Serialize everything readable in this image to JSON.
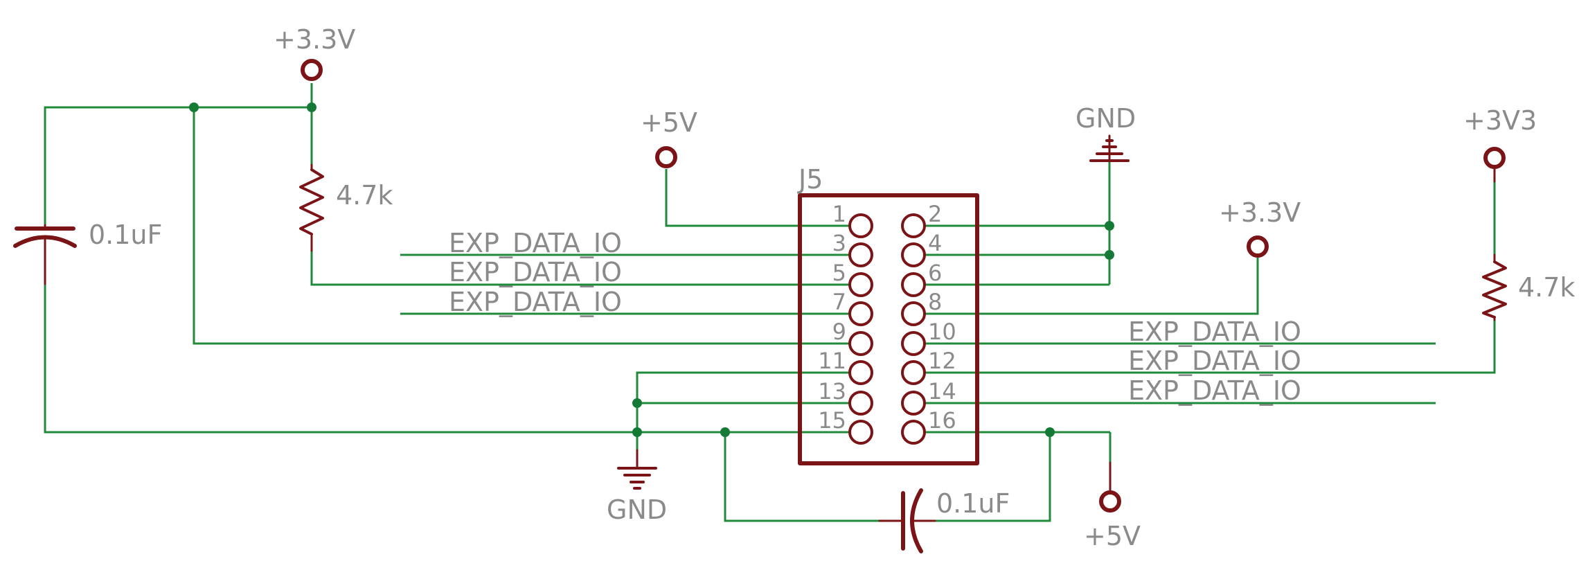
{
  "connector": {
    "name": "J5",
    "pins": [
      "1",
      "2",
      "3",
      "4",
      "5",
      "6",
      "7",
      "8",
      "9",
      "10",
      "11",
      "12",
      "13",
      "14",
      "15",
      "16"
    ]
  },
  "power": {
    "top_left_3v3": "+3.3V",
    "top_5v": "+5V",
    "top_gnd": "GND",
    "right_3v3": "+3.3V",
    "far_right_3v3": "+3V3",
    "bottom_gnd": "GND",
    "bottom_5v": "+5V"
  },
  "components": {
    "resistor_left": "4.7k",
    "resistor_right": "4.7k",
    "cap_left": "0.1uF",
    "cap_bottom": "0.1uF"
  },
  "nets": {
    "pin3": "EXP_DATA_IO",
    "pin5": "EXP_DATA_IO",
    "pin7": "EXP_DATA_IO",
    "pin10": "EXP_DATA_IO",
    "pin12": "EXP_DATA_IO",
    "pin14": "EXP_DATA_IO"
  }
}
